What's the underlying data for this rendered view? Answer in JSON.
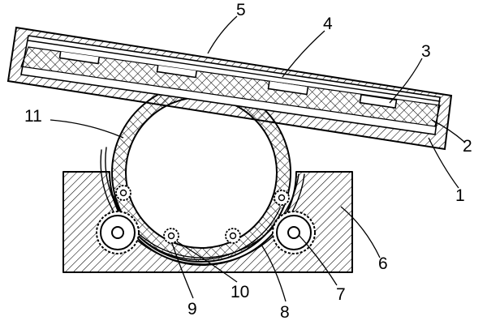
{
  "figure": {
    "callouts": [
      {
        "id": "part-1",
        "text": "1"
      },
      {
        "id": "part-2",
        "text": "2"
      },
      {
        "id": "part-3",
        "text": "3"
      },
      {
        "id": "part-4",
        "text": "4"
      },
      {
        "id": "part-5",
        "text": "5"
      },
      {
        "id": "part-6",
        "text": "6"
      },
      {
        "id": "part-7",
        "text": "7"
      },
      {
        "id": "part-8",
        "text": "8"
      },
      {
        "id": "part-9",
        "text": "9"
      },
      {
        "id": "part-10",
        "text": "10"
      },
      {
        "id": "part-11",
        "text": "11"
      }
    ]
  }
}
